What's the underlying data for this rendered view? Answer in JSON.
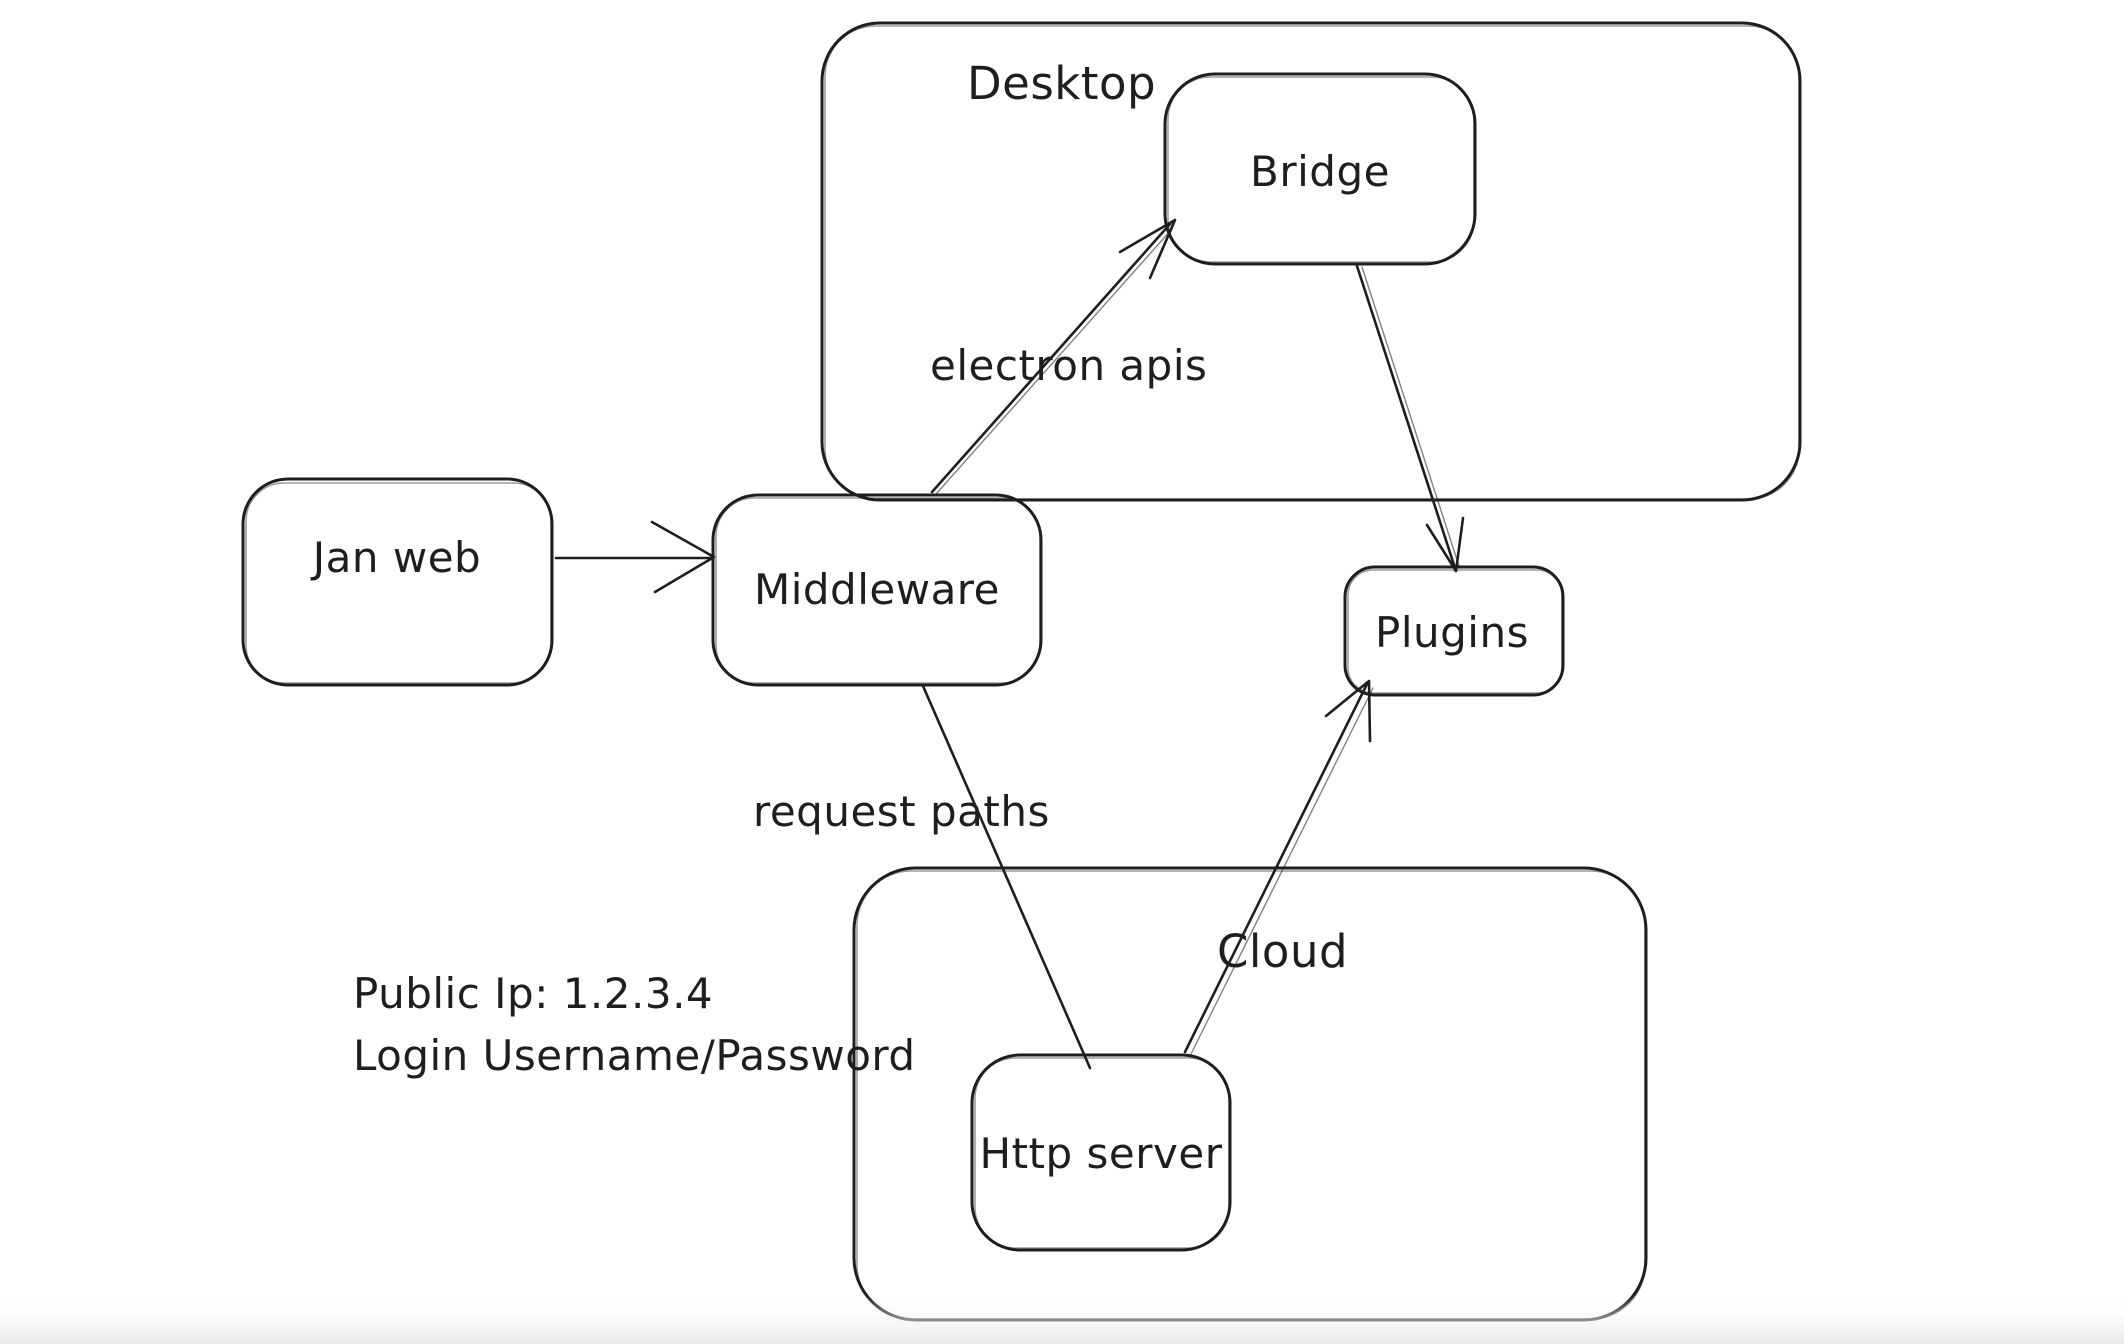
{
  "canvas": {
    "background": "#ffffff",
    "stroke_color": "#1e1e1e"
  },
  "containers": [
    {
      "id": "desktop",
      "label": "Desktop"
    },
    {
      "id": "cloud",
      "label": "Cloud"
    }
  ],
  "nodes": [
    {
      "id": "jan-web",
      "label": "Jan web"
    },
    {
      "id": "middleware",
      "label": "Middleware"
    },
    {
      "id": "bridge",
      "label": "Bridge"
    },
    {
      "id": "plugins",
      "label": "Plugins"
    },
    {
      "id": "http-server",
      "label": "Http server"
    }
  ],
  "edges": [
    {
      "from": "jan-web",
      "to": "middleware",
      "label": ""
    },
    {
      "from": "middleware",
      "to": "bridge",
      "label": "electron apis"
    },
    {
      "from": "bridge",
      "to": "plugins",
      "label": ""
    },
    {
      "from": "middleware",
      "to": "http-server",
      "label": "request paths"
    },
    {
      "from": "http-server",
      "to": "plugins",
      "label": ""
    }
  ],
  "annotations": {
    "public_ip": "Public Ip: 1.2.3.4",
    "login": "Login Username/Password"
  }
}
